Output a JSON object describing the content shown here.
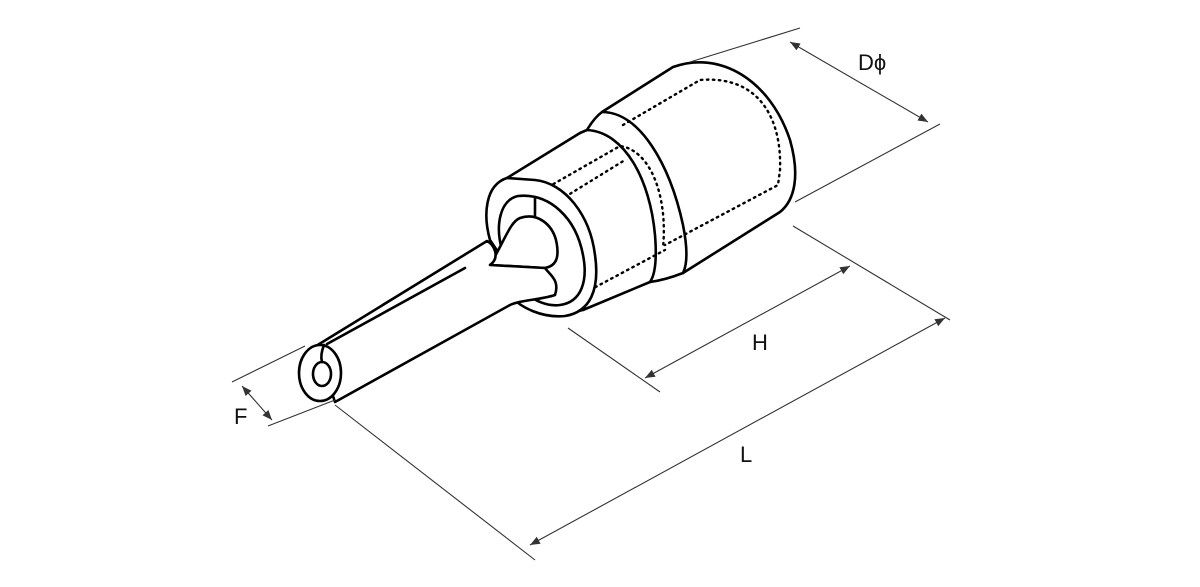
{
  "diagram": {
    "dimensions": [
      {
        "id": "diameter",
        "label": "Dϕ"
      },
      {
        "id": "height",
        "label": "H"
      },
      {
        "id": "length",
        "label": "L"
      },
      {
        "id": "pin",
        "label": "F"
      }
    ]
  }
}
